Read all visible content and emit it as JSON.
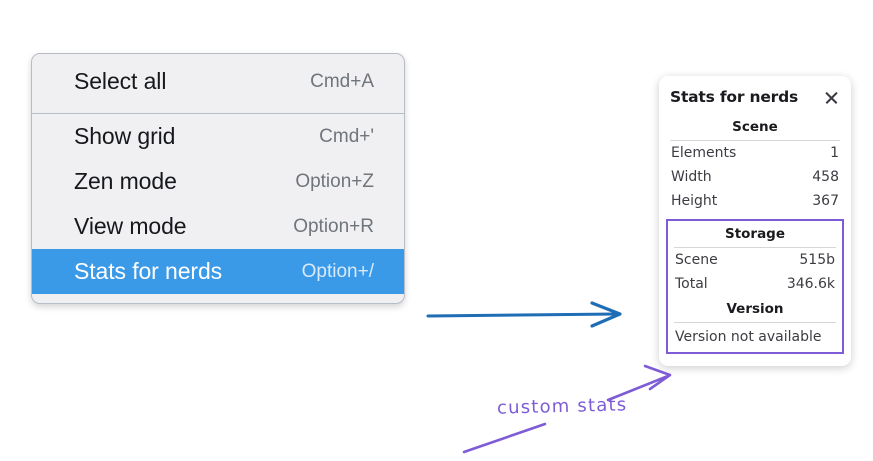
{
  "context_menu": {
    "groups": [
      {
        "items": [
          {
            "label": "Select all",
            "shortcut": "Cmd+A",
            "selected": false,
            "name": "select-all"
          }
        ]
      },
      {
        "items": [
          {
            "label": "Show grid",
            "shortcut": "Cmd+'",
            "selected": false,
            "name": "show-grid"
          },
          {
            "label": "Zen mode",
            "shortcut": "Option+Z",
            "selected": false,
            "name": "zen-mode"
          },
          {
            "label": "View mode",
            "shortcut": "Option+R",
            "selected": false,
            "name": "view-mode"
          },
          {
            "label": "Stats for nerds",
            "shortcut": "Option+/",
            "selected": true,
            "name": "stats-for-nerds"
          }
        ]
      }
    ],
    "selected_bg": "#3b9ae8"
  },
  "stats_panel": {
    "title": "Stats for nerds",
    "close_icon": "close-icon",
    "sections": [
      {
        "name": "scene",
        "title": "Scene",
        "highlighted": false,
        "rows": [
          {
            "key": "Elements",
            "value": "1"
          },
          {
            "key": "Width",
            "value": "458"
          },
          {
            "key": "Height",
            "value": "367"
          }
        ],
        "note": ""
      },
      {
        "name": "storage",
        "title": "Storage",
        "highlighted": true,
        "rows": [
          {
            "key": "Scene",
            "value": "515b"
          },
          {
            "key": "Total",
            "value": "346.6k"
          }
        ],
        "note": ""
      },
      {
        "name": "version",
        "title": "Version",
        "highlighted": true,
        "rows": [],
        "note": "Version not available"
      }
    ],
    "highlight_color": "#7d5cd6"
  },
  "annotations": {
    "flow_arrow_color": "#1f6db5",
    "callout_color": "#7d5cd6",
    "callout_text": "custom stats"
  }
}
